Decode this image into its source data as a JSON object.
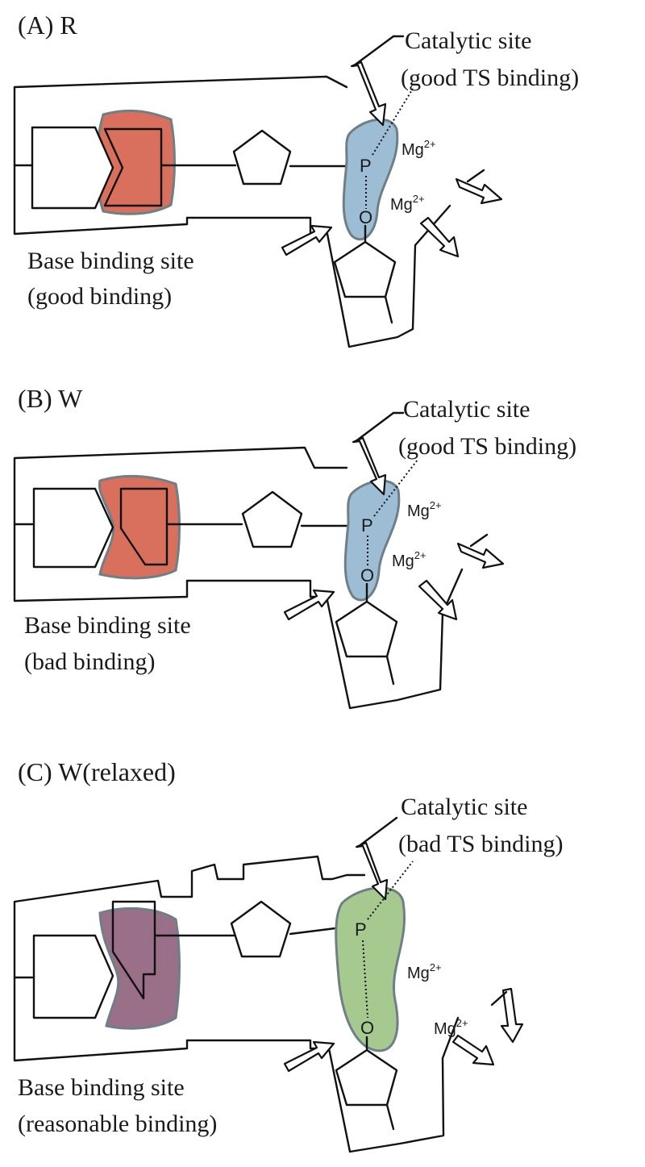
{
  "panels": [
    {
      "id": "A",
      "title": "(A) R",
      "catalytic_label": "Catalytic site",
      "catalytic_binding": "(good TS binding)",
      "base_label": "Base binding site",
      "base_binding": "(good binding)",
      "mg_upper": "Mg",
      "mg_lower": "Mg",
      "mg_charge": "2+",
      "p_label": "P",
      "o_label": "O",
      "base_pocket_color": "#d9705d",
      "catalytic_pocket_color": "#9dbdd4"
    },
    {
      "id": "B",
      "title": "(B) W",
      "catalytic_label": "Catalytic site",
      "catalytic_binding": "(good TS binding)",
      "base_label": "Base binding site",
      "base_binding": "(bad binding)",
      "mg_upper": "Mg",
      "mg_lower": "Mg",
      "mg_charge": "2+",
      "p_label": "P",
      "o_label": "O",
      "base_pocket_color": "#d9705d",
      "catalytic_pocket_color": "#9dbdd4"
    },
    {
      "id": "C",
      "title": "(C) W(relaxed)",
      "catalytic_label": "Catalytic site",
      "catalytic_binding": "(bad TS binding)",
      "base_label": "Base binding site",
      "base_binding": "(reasonable binding)",
      "mg_upper": "Mg",
      "mg_lower": "Mg",
      "mg_charge": "2+",
      "p_label": "P",
      "o_label": "O",
      "base_pocket_color": "#9a6f88",
      "catalytic_pocket_color": "#a6c98f"
    }
  ]
}
